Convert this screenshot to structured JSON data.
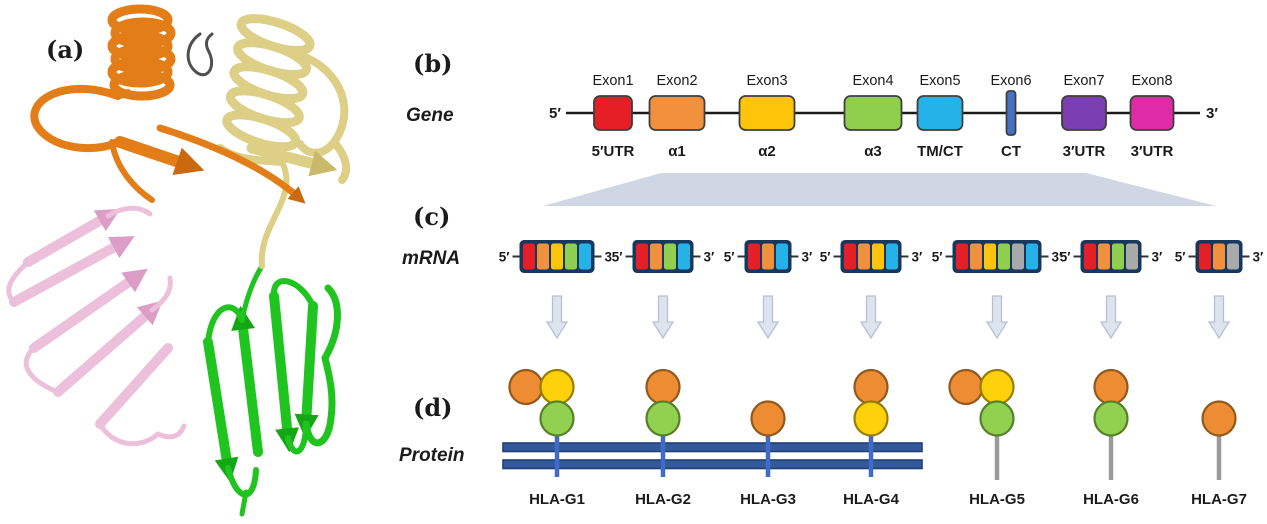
{
  "figure": {
    "description": "HLA-G gene, alternative mRNA splicing and protein isoforms",
    "background": "#ffffff"
  },
  "panels": {
    "a": "(a)",
    "b": "(b)",
    "c": "(c)",
    "d": "(d)"
  },
  "row_labels": {
    "gene": "Gene",
    "mrna": "mRNA",
    "protein": "Protein"
  },
  "labels": {
    "five_prime": "5′",
    "three_prime": "3′"
  },
  "panel_b": {
    "exons": [
      {
        "name": "Exon1",
        "region": "5′UTR",
        "color": "red"
      },
      {
        "name": "Exon2",
        "region": "α1",
        "color": "orange"
      },
      {
        "name": "Exon3",
        "region": "α2",
        "color": "yellow"
      },
      {
        "name": "Exon4",
        "region": "α3",
        "color": "green"
      },
      {
        "name": "Exon5",
        "region": "TM/CT",
        "color": "cyan"
      },
      {
        "name": "Exon6",
        "region": "CT",
        "color": "blue"
      },
      {
        "name": "Exon7",
        "region": "3′UTR",
        "color": "purple"
      },
      {
        "name": "Exon8",
        "region": "3′UTR",
        "color": "magenta"
      }
    ]
  },
  "panel_c": {
    "transcripts": [
      {
        "isoform": "HLA-G1",
        "segments": [
          "red",
          "orange",
          "yellow",
          "green",
          "cyan"
        ]
      },
      {
        "isoform": "HLA-G2",
        "segments": [
          "red",
          "orange",
          "green",
          "cyan"
        ]
      },
      {
        "isoform": "HLA-G3",
        "segments": [
          "red",
          "orange",
          "cyan"
        ]
      },
      {
        "isoform": "HLA-G4",
        "segments": [
          "red",
          "orange",
          "yellow",
          "cyan"
        ]
      },
      {
        "isoform": "HLA-G5",
        "segments": [
          "red",
          "orange",
          "yellow",
          "green",
          "gray",
          "cyan"
        ]
      },
      {
        "isoform": "HLA-G6",
        "segments": [
          "red",
          "orange",
          "green",
          "gray"
        ]
      },
      {
        "isoform": "HLA-G7",
        "segments": [
          "red",
          "orange",
          "gray"
        ]
      }
    ]
  },
  "panel_d": {
    "isoforms": [
      {
        "name": "HLA-G1",
        "side": "orange",
        "stack": [
          "yellow",
          "green"
        ],
        "anchor": "membrane"
      },
      {
        "name": "HLA-G2",
        "side": null,
        "stack": [
          "orange",
          "green"
        ],
        "anchor": "membrane"
      },
      {
        "name": "HLA-G3",
        "side": null,
        "stack": [
          "orange"
        ],
        "anchor": "membrane"
      },
      {
        "name": "HLA-G4",
        "side": null,
        "stack": [
          "orange",
          "yellow"
        ],
        "anchor": "membrane"
      },
      {
        "name": "HLA-G5",
        "side": "orange",
        "stack": [
          "yellow",
          "green"
        ],
        "anchor": "secreted"
      },
      {
        "name": "HLA-G6",
        "side": null,
        "stack": [
          "orange",
          "green"
        ],
        "anchor": "secreted"
      },
      {
        "name": "HLA-G7",
        "side": null,
        "stack": [
          "orange"
        ],
        "anchor": "secreted"
      }
    ]
  },
  "palette": {
    "red": "#e61e26",
    "orange": "#f2913d",
    "yellow": "#fdc50a",
    "green": "#90cf4d",
    "cyan": "#25b2e9",
    "blue": "#4472c4",
    "purple": "#7b3db2",
    "magenta": "#df2ba6",
    "gray": "#a9a9a9"
  },
  "protein_palette": {
    "orange": "#ee8c33",
    "yellow": "#fed10a",
    "green": "#92d050"
  },
  "protein_borders": {
    "orange": "#91591b",
    "yellow": "#977d00",
    "green": "#55812a"
  },
  "colors": {
    "membrane": "#33599b",
    "membrane_edge": "#203f77",
    "stalk_membrane": "#3f6cc7",
    "stalk_secreted": "#9b9b9b",
    "arrow_fill": "#dde4ee",
    "arrow_stroke": "#b6c1d6",
    "funnel": "#cfd6e4",
    "cassette_border": "#17375e",
    "gene_line": "#1a1a1a",
    "box_stroke": "#3f3f3f",
    "text": "#1b1b1b",
    "ribbon": {
      "orange": "#e27d17",
      "orange_dark": "#c96a10",
      "khaki": "#ddcf86",
      "khaki_dark": "#c9b96a",
      "pink": "#ecc0da",
      "pink_dark": "#dc9ec7",
      "green": "#1fc41f",
      "green_dark": "#14a614",
      "gray": "#4f4f4f"
    }
  }
}
